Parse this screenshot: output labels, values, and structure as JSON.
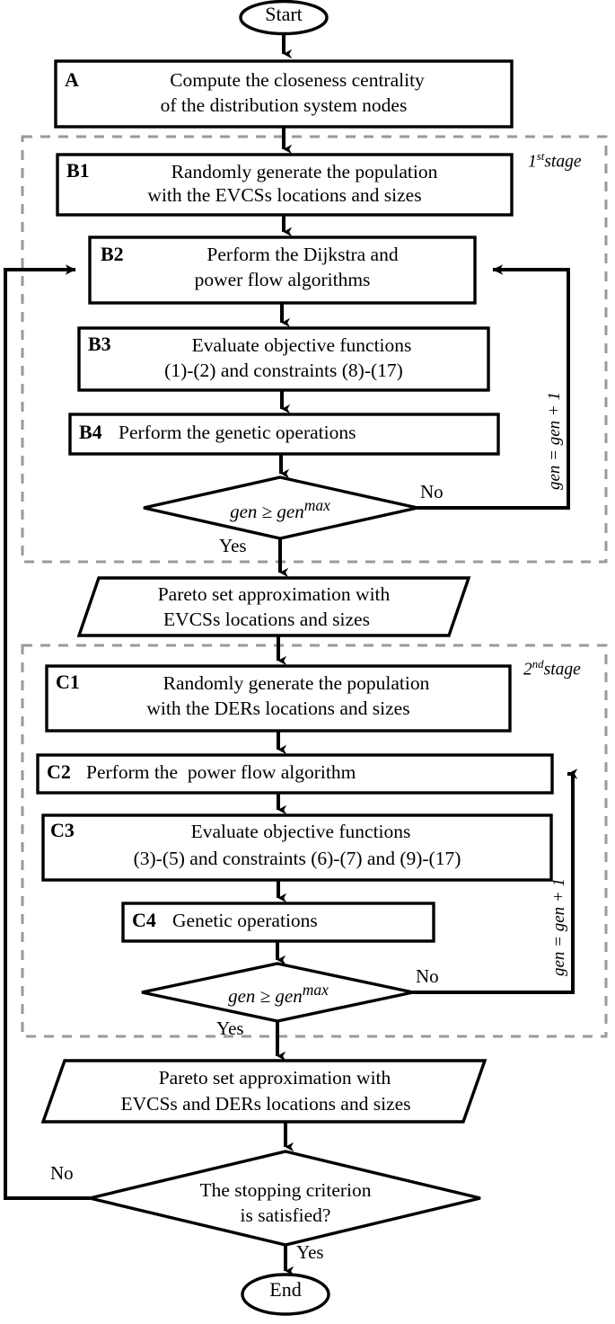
{
  "diagram": {
    "title": "Two-stage optimization flowchart",
    "stroke_color": "#000000",
    "dash_color": "#9a9a9a",
    "background": "#ffffff"
  },
  "terminators": {
    "start": "Start",
    "end": "End"
  },
  "stage_labels": {
    "first": {
      "ordinal": "1",
      "suffix": "st",
      "word": "stage"
    },
    "second": {
      "ordinal": "2",
      "suffix": "nd",
      "word": "stage"
    }
  },
  "loop_counter_label": "gen = gen + 1",
  "process_blocks": [
    {
      "id": "A",
      "tag": "A",
      "lines": [
        "Compute the closeness centrality",
        "of the distribution system nodes"
      ]
    },
    {
      "id": "B1",
      "tag": "B1",
      "lines": [
        "Randomly generate the population",
        "with the EVCSs locations and sizes"
      ]
    },
    {
      "id": "B2",
      "tag": "B2",
      "lines": [
        "Perform the Dijkstra and",
        "power flow algorithms"
      ]
    },
    {
      "id": "B3",
      "tag": "B3",
      "lines": [
        "Evaluate objective functions",
        "(1)-(2) and constraints (8)-(17)"
      ]
    },
    {
      "id": "B4",
      "tag": "B4",
      "lines": [
        "Perform the genetic operations"
      ]
    },
    {
      "id": "C1",
      "tag": "C1",
      "lines": [
        "Randomly generate the population",
        "with the DERs locations and sizes"
      ]
    },
    {
      "id": "C2",
      "tag": "C2",
      "lines": [
        "Perform the  power flow algorithm"
      ]
    },
    {
      "id": "C3",
      "tag": "C3",
      "lines": [
        "Evaluate objective functions",
        "(3)-(5) and constraints (6)-(7) and (9)-(17)"
      ]
    },
    {
      "id": "C4",
      "tag": "C4",
      "lines": [
        "Genetic operations"
      ]
    }
  ],
  "data_blocks": [
    {
      "id": "pareto1",
      "lines": [
        "Pareto set approximation with",
        "EVCSs locations and sizes"
      ]
    },
    {
      "id": "pareto2",
      "lines": [
        "Pareto set approximation with",
        "EVCSs and DERs locations and sizes"
      ]
    }
  ],
  "decisions": [
    {
      "id": "gen-check-stage1",
      "expr_base": "gen ≥ gen",
      "expr_sup": "max",
      "yes_label": "Yes",
      "no_label": "No"
    },
    {
      "id": "gen-check-stage2",
      "expr_base": "gen ≥ gen",
      "expr_sup": "max",
      "yes_label": "Yes",
      "no_label": "No"
    },
    {
      "id": "stopping-criterion",
      "lines": [
        "The stopping criterion",
        "is satisfied?"
      ],
      "yes_label": "Yes",
      "no_label": "No"
    }
  ]
}
